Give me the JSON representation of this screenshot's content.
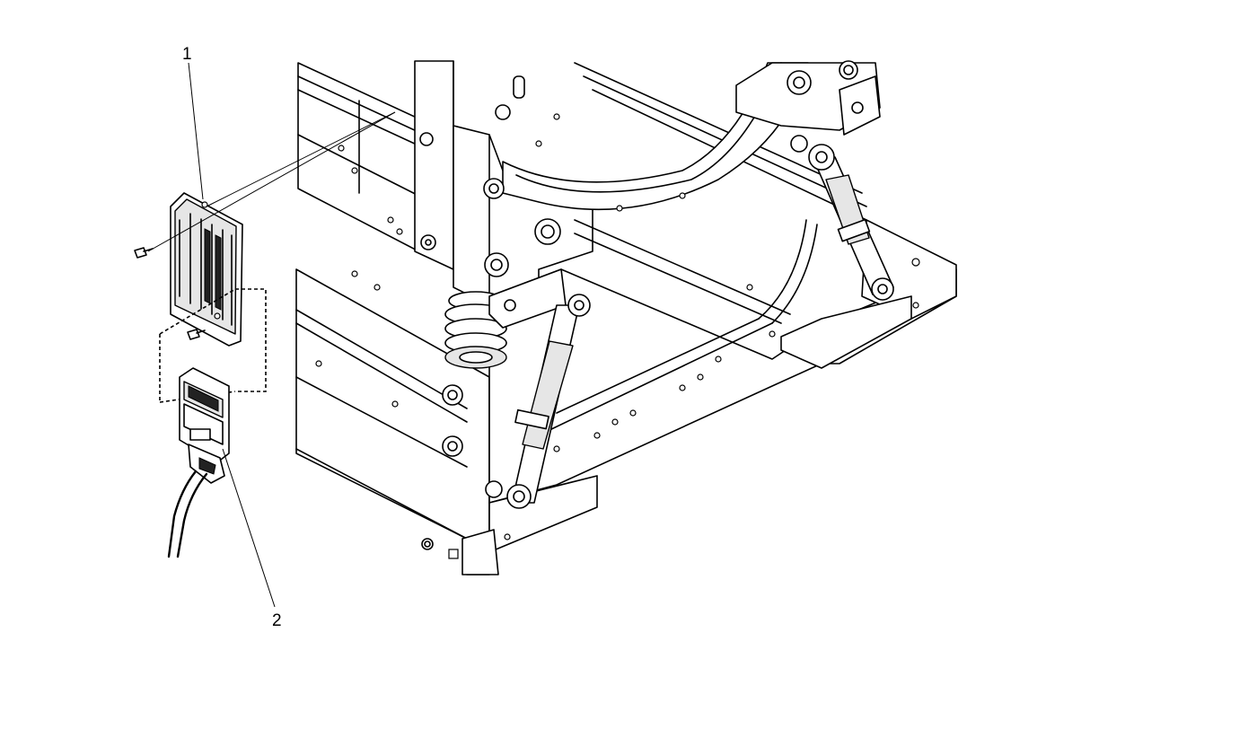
{
  "callouts": [
    {
      "id": "1",
      "label": "1",
      "target": "grille-cover"
    },
    {
      "id": "2",
      "label": "2",
      "target": "control-module"
    }
  ]
}
